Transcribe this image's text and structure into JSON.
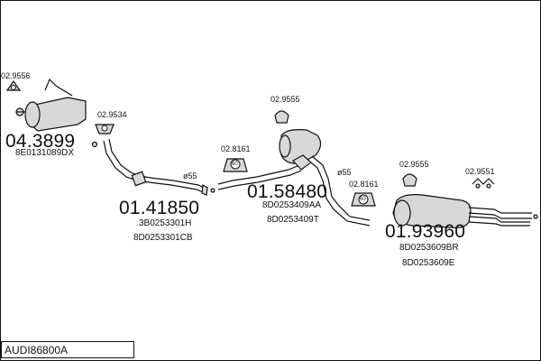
{
  "diagram_code": "AUDI86800A",
  "parts": [
    {
      "number": "04.3899",
      "codes": [
        "8E0131089DX"
      ]
    },
    {
      "number": "01.41850",
      "codes": [
        "3B0253301H",
        "8D0253301CB"
      ]
    },
    {
      "number": "01.58480",
      "codes": [
        "8D0253409AA",
        "8D0253409T"
      ]
    },
    {
      "number": "01.93960",
      "codes": [
        "8D0253609BR",
        "8D0253609E"
      ]
    }
  ],
  "accessories": [
    {
      "code": "02.9556"
    },
    {
      "code": "02.9534"
    },
    {
      "code": "02.8161"
    },
    {
      "code": "02.9555"
    },
    {
      "code": "02.8161"
    },
    {
      "code": "02.9555"
    },
    {
      "code": "02.9551"
    }
  ],
  "diameters": [
    "ø55",
    "ø55"
  ],
  "clamp_size": "60"
}
